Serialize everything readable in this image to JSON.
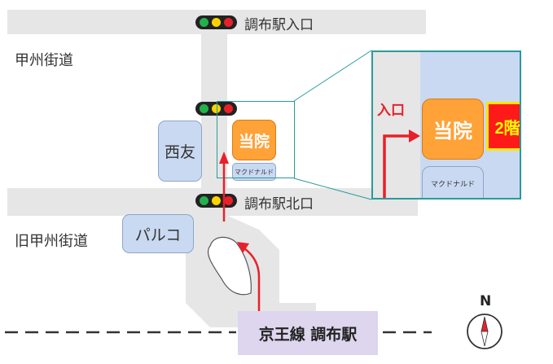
{
  "roads": {
    "koshu_kaido": "甲州街道",
    "kyu_koshu_kaido": "旧甲州街道"
  },
  "entrances": {
    "chofu_station_entrance": "調布駅入口",
    "chofu_station_north": "調布駅北口"
  },
  "buildings": {
    "seiyu": "西友",
    "parco": "パルコ",
    "clinic": "当院",
    "mcdonalds": "マクドナルド"
  },
  "inset": {
    "entrance_label": "入口",
    "clinic": "当院",
    "floor": "2階",
    "mcdonalds": "マクドナルド"
  },
  "station": {
    "name": "京王線 調布駅"
  },
  "compass": {
    "north": "N"
  },
  "colors": {
    "road": "#e6e6e6",
    "building_blue": "#c9d9f2",
    "clinic_orange": "#ffa238",
    "route_red": "#e8202a",
    "inset_border": "#2a9a9a",
    "floor_badge_bg": "#ff1a1a",
    "floor_badge_text": "#ffff00",
    "station_bg": "#ddd6ee"
  },
  "icons": [
    "traffic-light-icon",
    "route-arrow-icon",
    "compass-icon"
  ]
}
